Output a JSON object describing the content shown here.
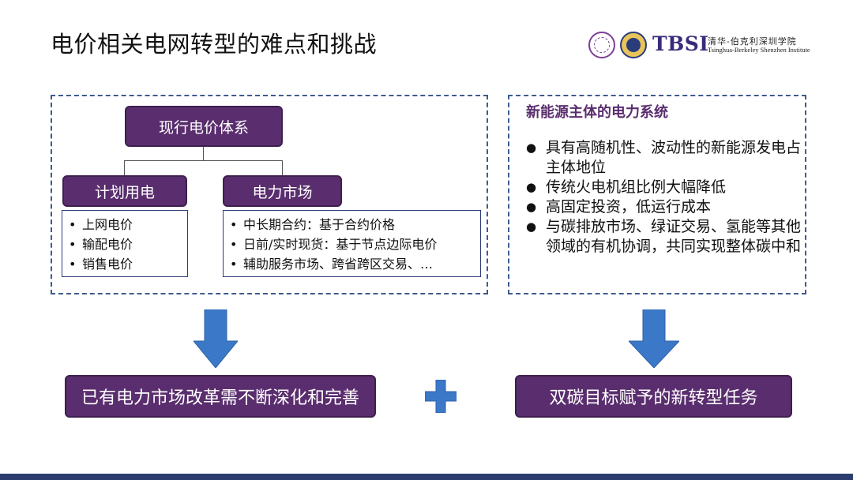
{
  "slide": {
    "title": "电价相关电网转型的难点和挑战"
  },
  "logo": {
    "brand": "TBSI",
    "institute_cn": "清华-伯克利深圳学院",
    "institute_en": "Tsinghua-Berkeley Shenzhen Institute"
  },
  "left_panel": {
    "root_label": "现行电价体系",
    "planned": {
      "label": "计划用电",
      "items": [
        "上网电价",
        "输配电价",
        "销售电价"
      ]
    },
    "market": {
      "label": "电力市场",
      "items": [
        "中长期合约：基于合约价格",
        "日前/实时现货：基于节点边际电价",
        "辅助服务市场、跨省跨区交易、…"
      ]
    }
  },
  "right_panel": {
    "title": "新能源主体的电力系统",
    "items": [
      "具有高随机性、波动性的新能源发电占主体地位",
      "传统火电机组比例大幅降低",
      "高固定投资，低运行成本",
      "与碳排放市场、绿证交易、氢能等其他领域的有机协调，共同实现整体碳中和"
    ]
  },
  "conclusions": {
    "left": "已有电力市场改革需不断深化和完善",
    "right": "双碳目标赋予的新转型任务"
  },
  "colors": {
    "purple": "#5a2e6e",
    "navy": "#2c3e77",
    "arrow_blue": "#3b78c8"
  }
}
